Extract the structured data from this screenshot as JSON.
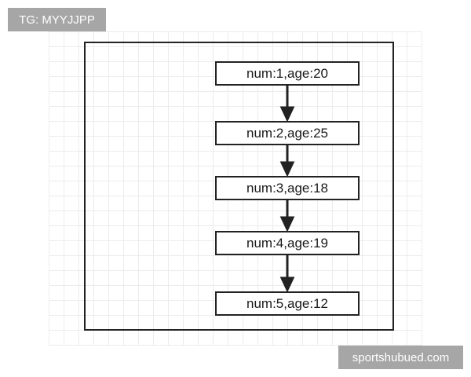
{
  "watermarks": {
    "top_left": "TG: MYYJJPP",
    "bottom_right": "sportshubued.com"
  },
  "diagram": {
    "nodes": [
      {
        "label": "num:1,age:20"
      },
      {
        "label": "num:2,age:25"
      },
      {
        "label": "num:3,age:18"
      },
      {
        "label": "num:4,age:19"
      },
      {
        "label": "num:5,age:12"
      }
    ]
  },
  "colors": {
    "stroke": "#222222",
    "watermark_bg": "#a6a6a6",
    "grid": "#ececec"
  }
}
